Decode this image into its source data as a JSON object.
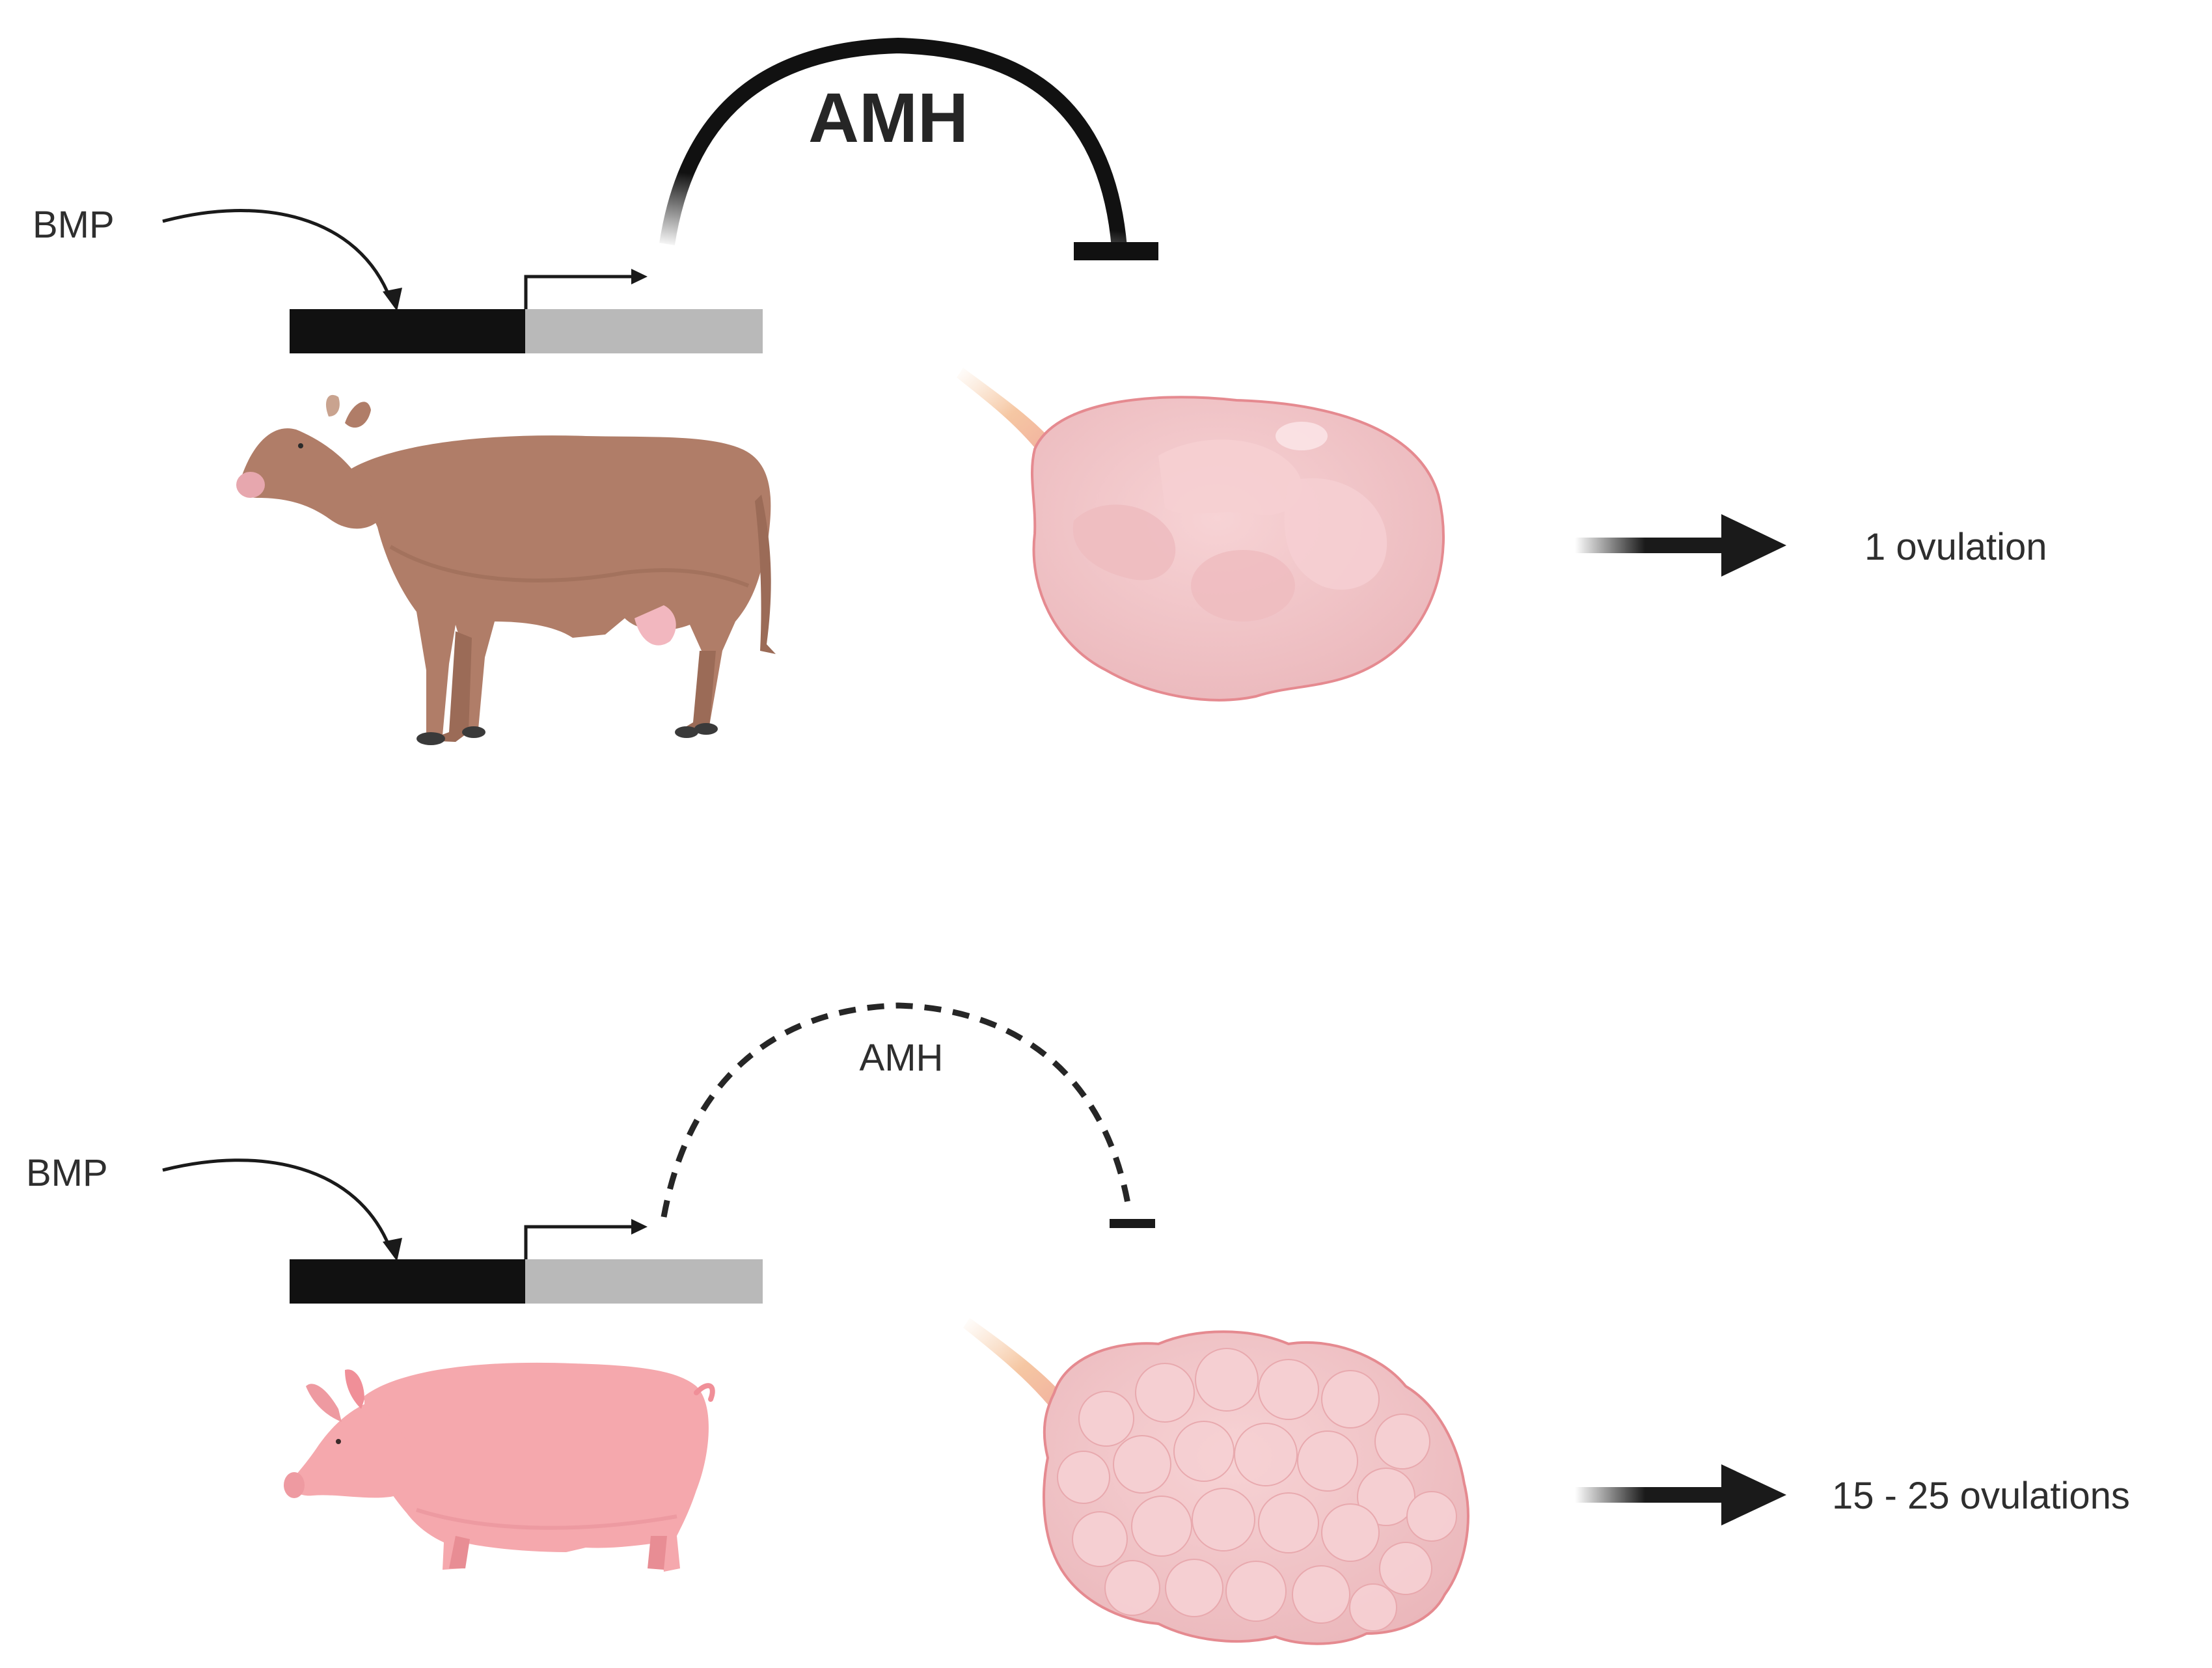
{
  "panels": [
    {
      "id": "cow",
      "species_icon": "cow-icon",
      "bmp_label": "BMP",
      "amh_label": "AMH",
      "amh_signal": "strong",
      "ovary_icon": "ovary-single-follicle-icon",
      "outcome_label": "1 ovulation"
    },
    {
      "id": "pig",
      "species_icon": "pig-icon",
      "bmp_label": "BMP",
      "amh_label": "AMH",
      "amh_signal": "weak",
      "ovary_icon": "ovary-multi-follicle-icon",
      "outcome_label": "15 - 25 ovulations"
    }
  ],
  "colors": {
    "promoter": "#111111",
    "gene": "#b9b9b9",
    "cow": "#b07d68",
    "pig": "#f5a8ad",
    "ovary": "#f2c3c6",
    "ovary_outline": "#e58a90",
    "arrow": "#1a1a1a"
  }
}
